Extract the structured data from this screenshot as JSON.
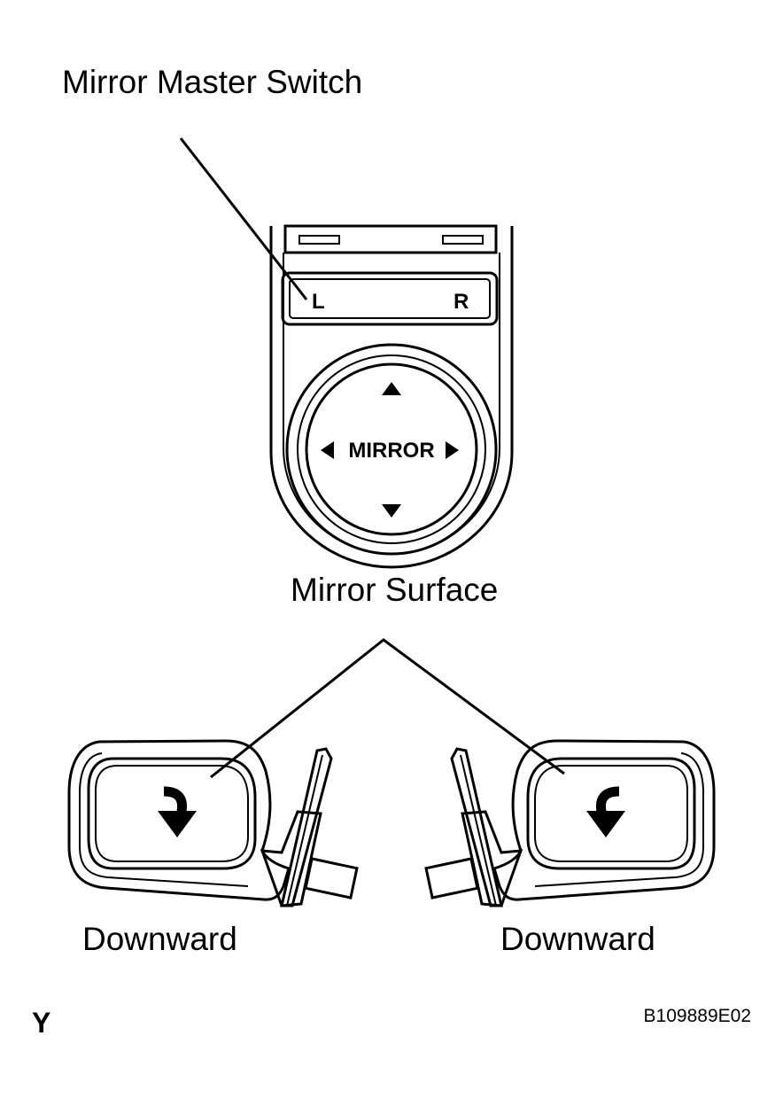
{
  "labels": {
    "switch_callout": "Mirror Master Switch",
    "surface_callout": "Mirror Surface",
    "left_direction": "Downward",
    "right_direction": "Downward",
    "corner_mark": "Y",
    "figure_code": "B109889E02"
  },
  "switch": {
    "left_selector": "L",
    "right_selector": "R",
    "center_label": "MIRROR"
  },
  "icons": [
    "up-arrow-icon",
    "down-arrow-icon",
    "left-arrow-icon",
    "right-arrow-icon",
    "downward-curved-arrow-icon"
  ]
}
